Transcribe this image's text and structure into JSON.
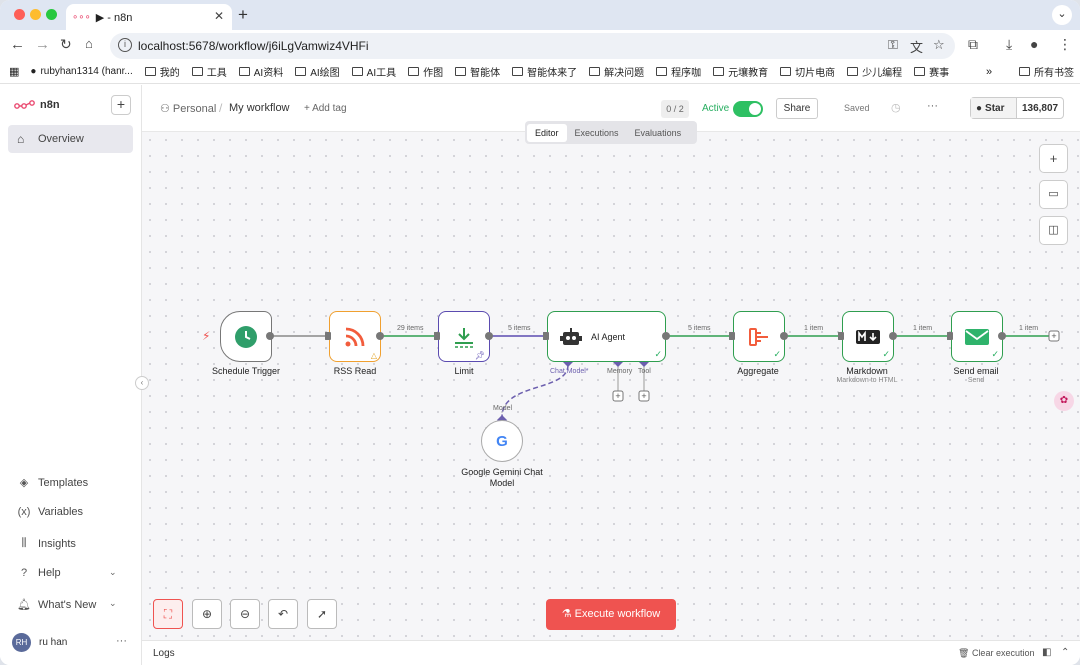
{
  "browser": {
    "tab_title": "▶ - n8n",
    "url": "localhost:5678/workflow/j6iLgVamwiz4VHFi",
    "bookmarks": [
      "rubyhan1314 (hanr...",
      "我的",
      "工具",
      "AI资料",
      "AI绘图",
      "AI工具",
      "作图",
      "智能体",
      "智能体来了",
      "解决问题",
      "程序咖",
      "元壤教育",
      "切片电商",
      "少儿编程",
      "赛事"
    ],
    "all_bookmarks": "所有书签"
  },
  "sidebar": {
    "brand": "n8n",
    "overview": "Overview",
    "items": [
      {
        "label": "Templates"
      },
      {
        "label": "Variables"
      },
      {
        "label": "Insights"
      },
      {
        "label": "Help"
      },
      {
        "label": "What's New"
      }
    ],
    "user": {
      "initials": "RH",
      "name": "ru han"
    }
  },
  "header": {
    "project": "Personal",
    "separator": "/",
    "workflow_name": "My workflow",
    "add_tag": "+ Add tag",
    "counter": "0 / 2",
    "active_label": "Active",
    "share": "Share",
    "saved": "Saved",
    "github": {
      "star": "Star",
      "count": "136,807"
    }
  },
  "canvas": {
    "tabs": [
      "Editor",
      "Executions",
      "Evaluations"
    ],
    "selected_tab": "Editor",
    "nodes": [
      {
        "id": "schedule",
        "label": "Schedule Trigger"
      },
      {
        "id": "rss",
        "label": "RSS Read"
      },
      {
        "id": "limit",
        "label": "Limit"
      },
      {
        "id": "agent",
        "label": "AI Agent",
        "sub_ports": [
          "Chat Model*",
          "Memory",
          "Tool"
        ]
      },
      {
        "id": "aggregate",
        "label": "Aggregate"
      },
      {
        "id": "markdown",
        "label": "Markdown",
        "subtitle": "Markdown to HTML"
      },
      {
        "id": "email",
        "label": "Send email",
        "subtitle": "Send"
      },
      {
        "id": "gemini",
        "label": "Google Gemini Chat Model",
        "line1": "Google Gemini Chat",
        "line2": "Model",
        "port": "Model"
      }
    ],
    "edges": [
      "29 items",
      "5 items",
      "5 items",
      "1 item",
      "1 item",
      "1 item"
    ],
    "execute": "Execute workflow"
  },
  "logs": {
    "title": "Logs",
    "clear": "Clear execution"
  },
  "colors": {
    "accent": "#ef5350",
    "active": "#2ec063"
  }
}
